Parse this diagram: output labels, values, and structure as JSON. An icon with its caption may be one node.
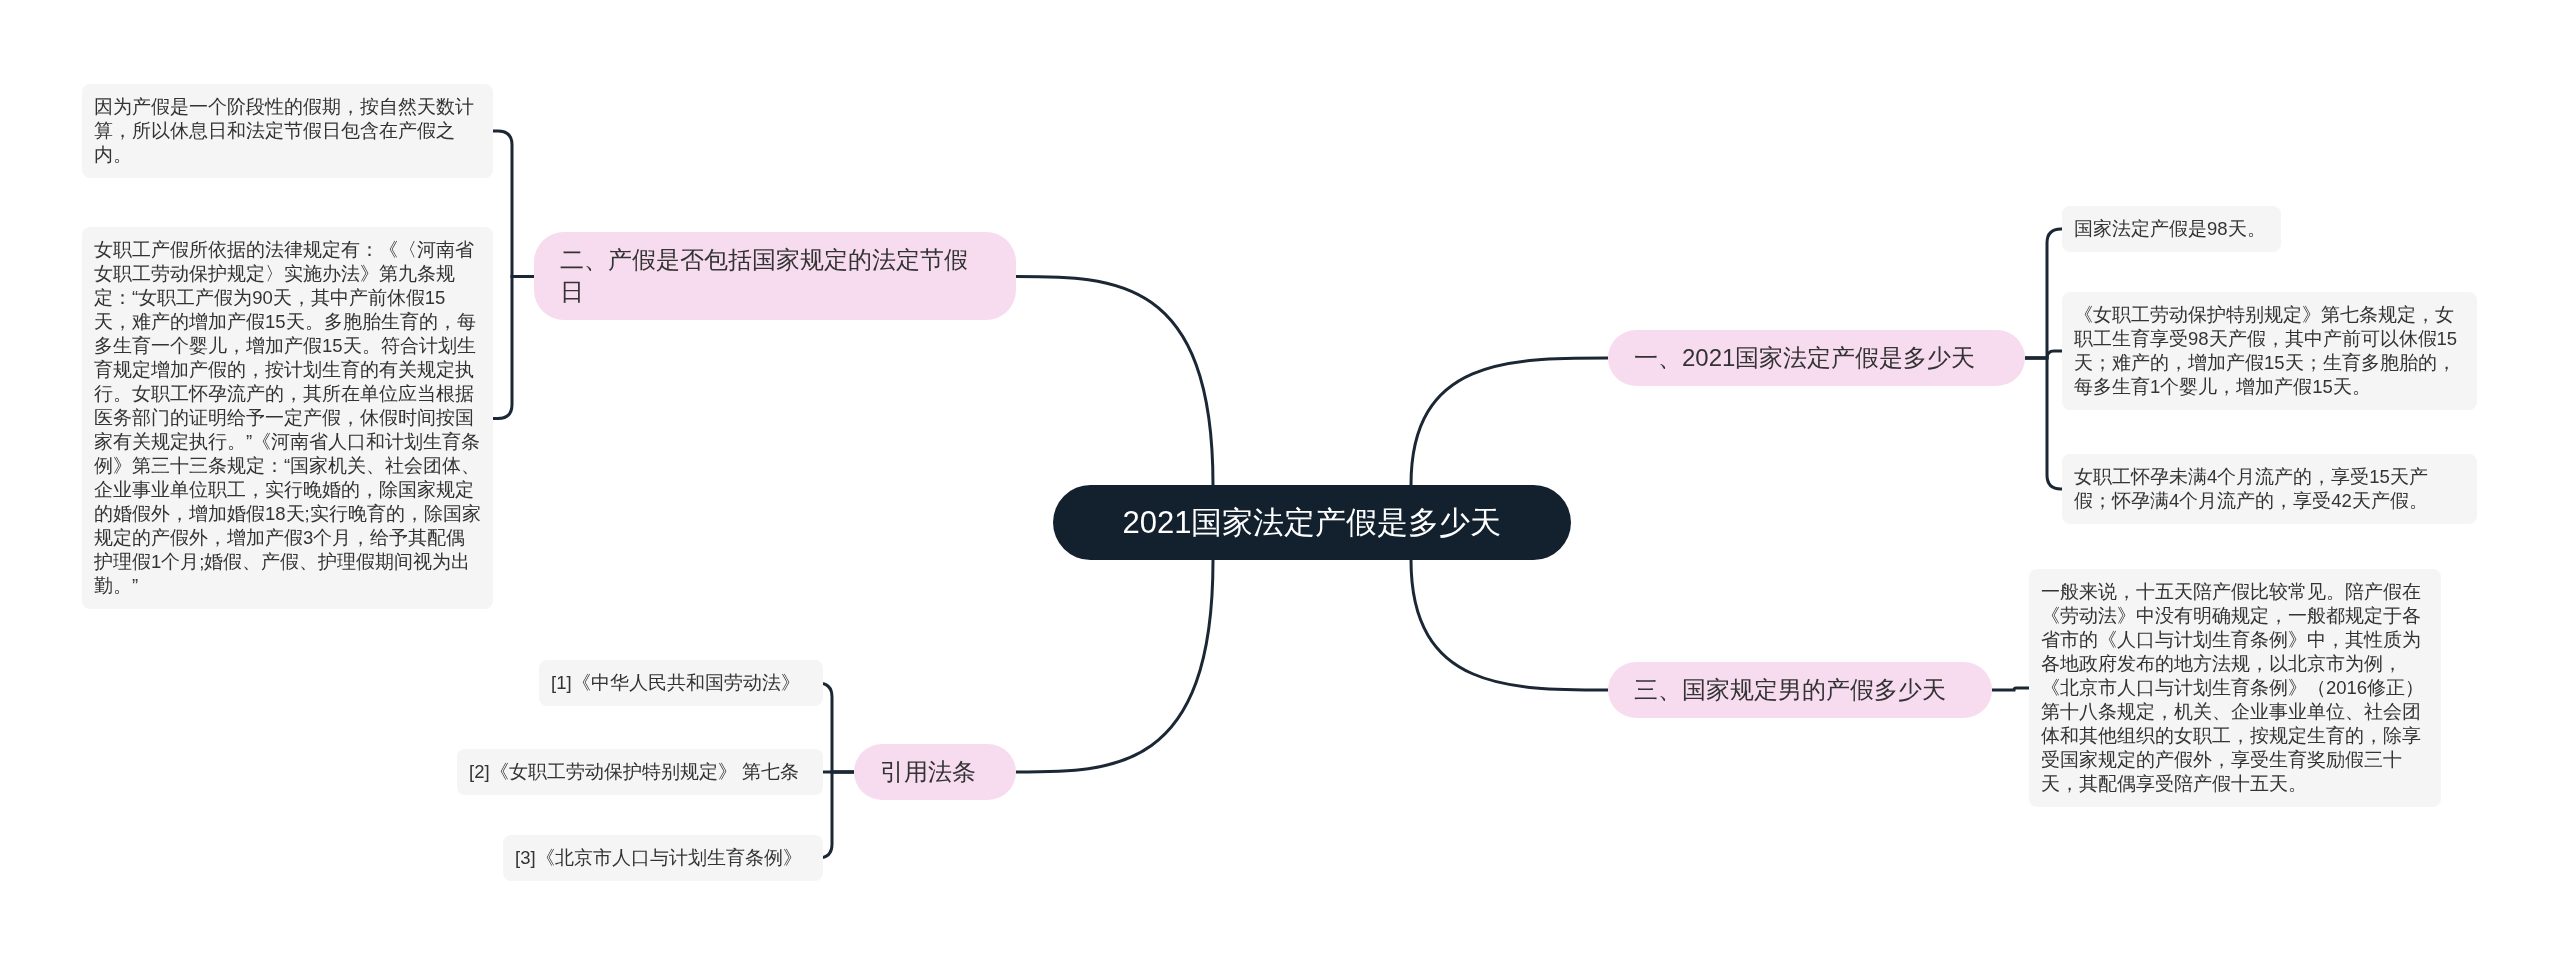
{
  "diagram": {
    "nodes": [
      {
        "text": [
          "2021国家法定产假是多少天"
        ]
      },
      {
        "text": [
          "一、2021国家法定产假是多少天"
        ]
      },
      {
        "text": [
          "国家法定产假是98天。"
        ]
      },
      {
        "text": [
          "《女职工劳动保护特别规定》第七条规定，女职工生育享受98天产假，其中产前可以休假15天；难产的，增加产假15天；生育多胞胎的，每多生育1个婴儿，增加产假15天。"
        ]
      },
      {
        "text": [
          "女职工怀孕未满4个月流产的，享受15天产假；怀孕满4个月流产的，享受42天产假。"
        ]
      },
      {
        "text": [
          "三、国家规定男的产假多少天"
        ]
      },
      {
        "text": [
          "一般来说，十五天陪产假比较常见。陪产假在《劳动法》中没有明确规定，一般都规定于各省市的《人口与计划生育条例》中，其性质为各地政府发布的地方法规，以北京市为例，《北京市人口与计划生育条例》（2016修正）第十八条规定，机关、企业事业单位、社会团体和其他组织的女职工，按规定生育的，除享受国家规定的产假外，享受生育奖励假三十天，其配偶享受陪产假十五天。"
        ]
      },
      {
        "text": [
          "二、产假是否包括国家规定的法定节假日"
        ]
      },
      {
        "text": [
          "因为产假是一个阶段性的假期，按自然天数计算，所以休息日和法定节假日包含在产假之内。"
        ]
      },
      {
        "text": [
          "女职工产假所依据的法律规定有：《〈河南省女职工劳动保护规定〉实施办法》第九条规定：“女职工产假为90天，其中产前休假15天，难产的增加产假15天。多胞胎生育的，每多生育一个婴儿，增加产假15天。符合计划生育规定增加产假的，按计划生育的有关规定执行。女职工怀孕流产的，其所在单位应当根据医务部门的证明给予一定产假，休假时间按国家有关规定执行。”《河南省人口和计划生育条例》第三十三条规定：“国家机关、社会团体、企业事业单位职工，实行晚婚的，除国家规定的婚假外，增加婚假18天;实行晚育的，除国家规定的产假外，增加产假3个月，给予其配偶护理假1个月;婚假、产假、护理假期间视为出勤。”"
        ]
      },
      {
        "text": [
          "引用法条"
        ]
      },
      {
        "text": [
          "[1]《中华人民共和国劳动法》"
        ]
      },
      {
        "text": [
          "[2]《女职工劳动保护特别规定》 第七条"
        ]
      },
      {
        "text": [
          "[3]《北京市人口与计划生育条例》"
        ]
      }
    ],
    "edges": [
      {
        "from": 0,
        "to": 1,
        "arrow": "none"
      },
      {
        "from": 1,
        "to": 2,
        "arrow": "none"
      },
      {
        "from": 1,
        "to": 3,
        "arrow": "none"
      },
      {
        "from": 1,
        "to": 4,
        "arrow": "none"
      },
      {
        "from": 0,
        "to": 5,
        "arrow": "none"
      },
      {
        "from": 5,
        "to": 6,
        "arrow": "none"
      },
      {
        "from": 0,
        "to": 7,
        "arrow": "none"
      },
      {
        "from": 7,
        "to": 8,
        "arrow": "none"
      },
      {
        "from": 7,
        "to": 9,
        "arrow": "none"
      },
      {
        "from": 0,
        "to": 10,
        "arrow": "none"
      },
      {
        "from": 10,
        "to": 11,
        "arrow": "none"
      },
      {
        "from": 10,
        "to": 12,
        "arrow": "none"
      },
      {
        "from": 10,
        "to": 13,
        "arrow": "none"
      }
    ]
  }
}
